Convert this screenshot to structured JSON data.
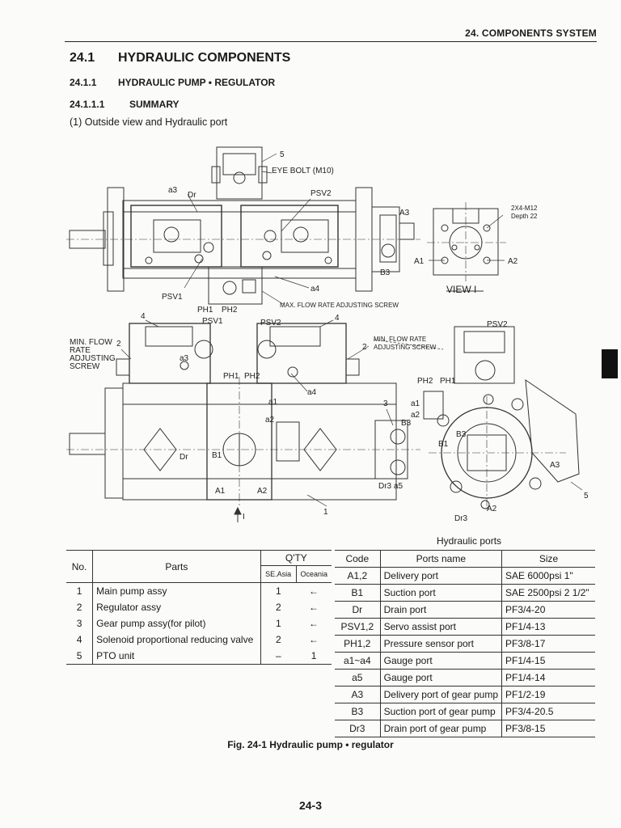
{
  "header": {
    "chapter": "24. COMPONENTS SYSTEM"
  },
  "section": {
    "number": "24.1",
    "title": "HYDRAULIC COMPONENTS"
  },
  "subsection": {
    "number": "24.1.1",
    "title": "HYDRAULIC PUMP • REGULATOR"
  },
  "subsubsection": {
    "number": "24.1.1.1",
    "title": "SUMMARY"
  },
  "caption": "(1) Outside view and Hydraulic port",
  "figure_labels": {
    "num5_top": "5",
    "eye_bolt": "EYE BOLT (M10)",
    "a3": "a3",
    "dr": "Dr",
    "psv2_top": "PSV2",
    "A3_top": "A3",
    "bolt_spec_1": "2X4-M12",
    "bolt_spec_2": "Depth 22",
    "A1": "A1",
    "A2": "A2",
    "B3_top": "B3",
    "view_label": "VIEW  I",
    "psv1": "PSV1",
    "a4": "a4",
    "ph1": "PH1",
    "ph2": "PH2",
    "max_flow": "MAX. FLOW RATE ADJUSTING SCREW",
    "num4_left": "4",
    "num4_right": "4",
    "psv1_mid": "PSV1",
    "psv2_mid": "PSV2",
    "min_flow_1": "MIN. FLOW",
    "min_flow_2": "RATE",
    "min_flow_3": "ADJUSTING",
    "min_flow_4": "SCREW",
    "num2_left": "2",
    "num2_right": "2",
    "min_flow_r1": "MIN. FLOW RATE",
    "min_flow_r2": "ADJUSTING SCREW",
    "a3_mid": "a3",
    "ph1_mid": "PH1",
    "ph2_mid": "PH2",
    "a4_mid": "a4",
    "a1_mid": "a1",
    "a2_mid": "a2",
    "b1_mid": "B1",
    "dr_mid": "Dr",
    "a1_bot": "A1",
    "a2_bot": "A2",
    "num1": "1",
    "arrow_i": "I",
    "num3": "3",
    "b3_mid": "B3",
    "dr3_a5": "Dr3  a5",
    "psv2_right": "PSV2",
    "ph2_right": "PH2",
    "ph1_right": "PH1",
    "a1_right": "a1",
    "a2_right": "a2",
    "b3_right": "B3",
    "b1_right": "B1",
    "a3_right": "A3",
    "num5_right": "5",
    "a2_right_bot": "A2",
    "dr3_right": "Dr3"
  },
  "parts_table": {
    "headers": {
      "no": "No.",
      "parts": "Parts",
      "qty": "Q'TY",
      "se_asia": "SE.Asia",
      "oceania": "Oceania"
    },
    "rows": [
      {
        "no": "1",
        "name": "Main pump assy",
        "se_asia": "1",
        "oceania": "←"
      },
      {
        "no": "2",
        "name": "Regulator assy",
        "se_asia": "2",
        "oceania": "←"
      },
      {
        "no": "3",
        "name": "Gear pump assy(for pilot)",
        "se_asia": "1",
        "oceania": "←"
      },
      {
        "no": "4",
        "name": "Solenoid proportional reducing valve",
        "se_asia": "2",
        "oceania": "←"
      },
      {
        "no": "5",
        "name": "PTO unit",
        "se_asia": "–",
        "oceania": "1"
      }
    ]
  },
  "ports_table": {
    "title": "Hydraulic ports",
    "headers": {
      "code": "Code",
      "name": "Ports name",
      "size": "Size"
    },
    "rows": [
      {
        "code": "A1,2",
        "name": "Delivery port",
        "size": "SAE 6000psi 1\""
      },
      {
        "code": "B1",
        "name": "Suction port",
        "size": "SAE 2500psi 2 1/2\""
      },
      {
        "code": "Dr",
        "name": "Drain port",
        "size": "PF3/4-20"
      },
      {
        "code": "PSV1,2",
        "name": "Servo assist port",
        "size": "PF1/4-13"
      },
      {
        "code": "PH1,2",
        "name": "Pressure sensor port",
        "size": "PF3/8-17"
      },
      {
        "code": "a1~a4",
        "name": "Gauge port",
        "size": "PF1/4-15"
      },
      {
        "code": "a5",
        "name": "Gauge port",
        "size": "PF1/4-14"
      },
      {
        "code": "A3",
        "name": "Delivery port of gear pump",
        "size": "PF1/2-19"
      },
      {
        "code": "B3",
        "name": "Suction port of gear pump",
        "size": "PF3/4-20.5"
      },
      {
        "code": "Dr3",
        "name": "Drain port of gear pump",
        "size": "PF3/8-15"
      }
    ]
  },
  "figure_caption": "Fig. 24-1 Hydraulic pump • regulator",
  "page_number": "24-3"
}
